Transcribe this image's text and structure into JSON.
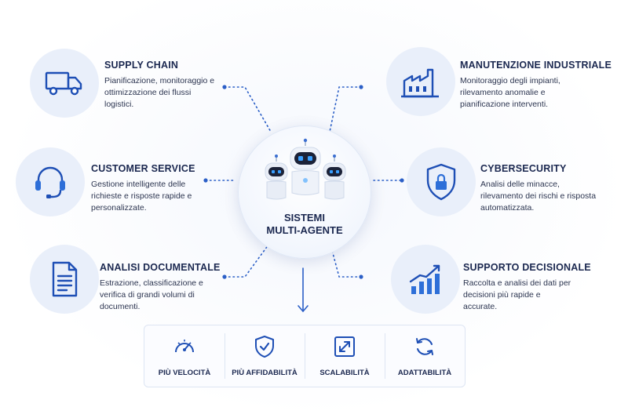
{
  "hub": {
    "title_line1": "SISTEMI",
    "title_line2": "MULTI-AGENTE"
  },
  "cards": {
    "supply_chain": {
      "title": "SUPPLY CHAIN",
      "desc": "Pianificazione, monitoraggio e ottimizzazione dei flussi logistici.",
      "icon": "truck-icon"
    },
    "customer_service": {
      "title": "CUSTOMER SERVICE",
      "desc": "Gestione intelligente delle richieste e risposte rapide e personalizzate.",
      "icon": "headset-icon"
    },
    "analisi_documentale": {
      "title": "ANALISI DOCUMENTALE",
      "desc": "Estrazione, classificazione e verifica di grandi volumi di documenti.",
      "icon": "document-icon"
    },
    "manutenzione": {
      "title": "MANUTENZIONE INDUSTRIALE",
      "desc": "Monitoraggio degli impianti, rilevamento anomalie e pianificazione interventi.",
      "icon": "factory-icon"
    },
    "cybersecurity": {
      "title": "CYBERSECURITY",
      "desc": "Analisi delle minacce, rilevamento dei rischi e risposta automatizzata.",
      "icon": "shield-lock-icon"
    },
    "supporto": {
      "title": "SUPPORTO DECISIONALE",
      "desc": "Raccolta e analisi dei dati per decisioni più rapide e accurate.",
      "icon": "bar-chart-icon"
    }
  },
  "benefits": [
    {
      "label": "PIÙ VELOCITÀ",
      "icon": "speedometer-icon"
    },
    {
      "label": "PIÙ AFFIDABILITÀ",
      "icon": "shield-check-icon"
    },
    {
      "label": "SCALABILITÀ",
      "icon": "expand-icon"
    },
    {
      "label": "ADATTABILITÀ",
      "icon": "refresh-icon"
    }
  ],
  "colors": {
    "accent": "#1e4fb5",
    "icon_bg": "#e9effa",
    "title": "#1b2850",
    "robot_eye": "#3aa0ff"
  }
}
